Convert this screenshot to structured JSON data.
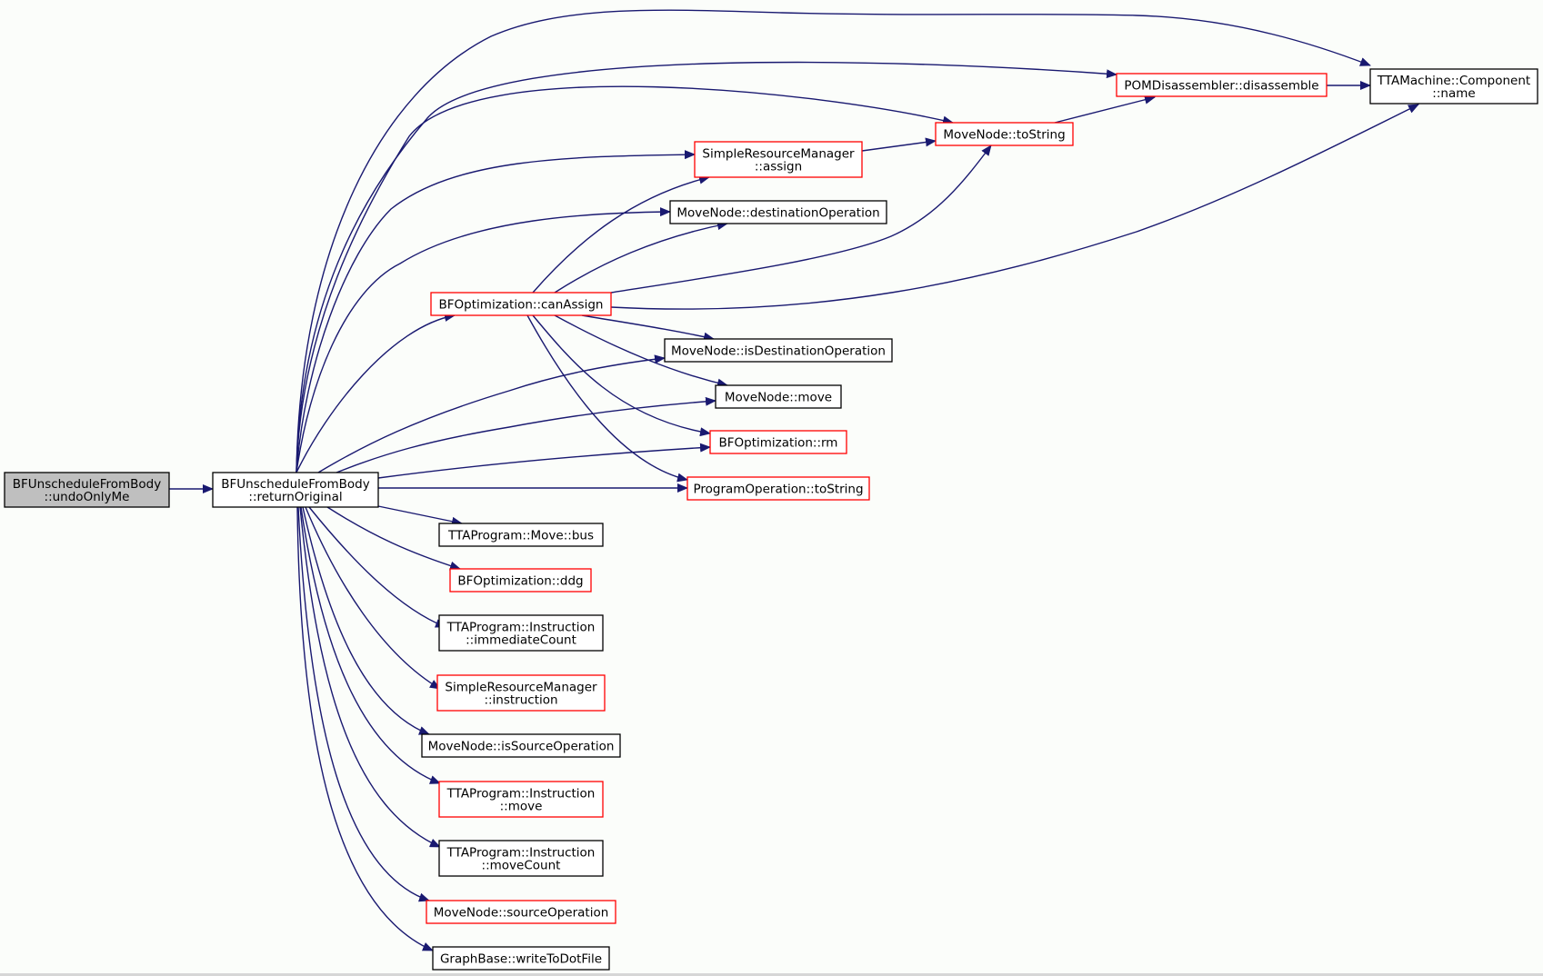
{
  "colors": {
    "edge": "#191970",
    "border_normal": "#000000",
    "border_truncated": "#ff0000",
    "fill_normal": "#ffffff",
    "fill_root": "#bfbfbf",
    "text": "#000000"
  },
  "nodes": [
    {
      "id": "undoOnlyMe",
      "lines": [
        "BFUnscheduleFromBody",
        "::undoOnlyMe"
      ],
      "style": "root"
    },
    {
      "id": "returnOriginal",
      "lines": [
        "BFUnscheduleFromBody",
        "::returnOriginal"
      ],
      "style": "normal"
    },
    {
      "id": "componentName",
      "lines": [
        "TTAMachine::Component",
        "::name"
      ],
      "style": "normal"
    },
    {
      "id": "disassemble",
      "lines": [
        "POMDisassembler::disassemble"
      ],
      "style": "truncated"
    },
    {
      "id": "mnToString",
      "lines": [
        "MoveNode::toString"
      ],
      "style": "truncated"
    },
    {
      "id": "srmAssign",
      "lines": [
        "SimpleResourceManager",
        "::assign"
      ],
      "style": "truncated"
    },
    {
      "id": "destOp",
      "lines": [
        "MoveNode::destinationOperation"
      ],
      "style": "normal"
    },
    {
      "id": "canAssign",
      "lines": [
        "BFOptimization::canAssign"
      ],
      "style": "truncated"
    },
    {
      "id": "isDestOp",
      "lines": [
        "MoveNode::isDestinationOperation"
      ],
      "style": "normal"
    },
    {
      "id": "mnMove",
      "lines": [
        "MoveNode::move"
      ],
      "style": "normal"
    },
    {
      "id": "rm",
      "lines": [
        "BFOptimization::rm"
      ],
      "style": "truncated"
    },
    {
      "id": "poToString",
      "lines": [
        "ProgramOperation::toString"
      ],
      "style": "truncated"
    },
    {
      "id": "bus",
      "lines": [
        "TTAProgram::Move::bus"
      ],
      "style": "normal"
    },
    {
      "id": "ddg",
      "lines": [
        "BFOptimization::ddg"
      ],
      "style": "truncated"
    },
    {
      "id": "immCount",
      "lines": [
        "TTAProgram::Instruction",
        "::immediateCount"
      ],
      "style": "normal"
    },
    {
      "id": "srmInstr",
      "lines": [
        "SimpleResourceManager",
        "::instruction"
      ],
      "style": "truncated"
    },
    {
      "id": "isSrcOp",
      "lines": [
        "MoveNode::isSourceOperation"
      ],
      "style": "normal"
    },
    {
      "id": "instrMove",
      "lines": [
        "TTAProgram::Instruction",
        "::move"
      ],
      "style": "truncated"
    },
    {
      "id": "moveCount",
      "lines": [
        "TTAProgram::Instruction",
        "::moveCount"
      ],
      "style": "normal"
    },
    {
      "id": "srcOp",
      "lines": [
        "MoveNode::sourceOperation"
      ],
      "style": "truncated"
    },
    {
      "id": "dotFile",
      "lines": [
        "GraphBase::writeToDotFile"
      ],
      "style": "normal"
    }
  ]
}
